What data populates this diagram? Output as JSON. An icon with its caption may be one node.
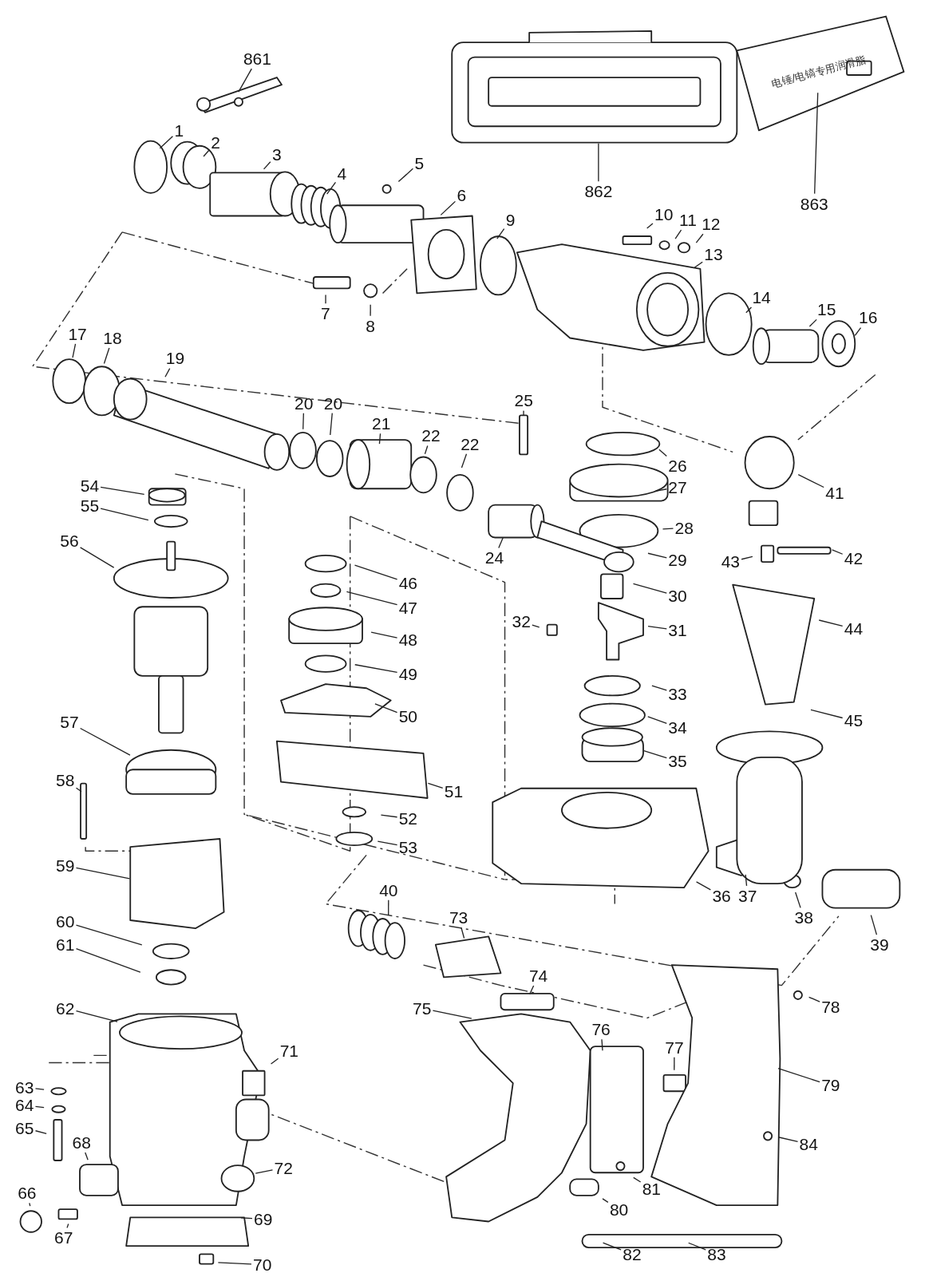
{
  "diagram": {
    "nodes": [
      {
        "text": [
          "861"
        ]
      },
      {
        "text": [
          "862"
        ]
      },
      {
        "text": [
          "863"
        ]
      },
      {
        "text": [
          "1"
        ]
      },
      {
        "text": [
          "2"
        ]
      },
      {
        "text": [
          "3"
        ]
      },
      {
        "text": [
          "4"
        ]
      },
      {
        "text": [
          "5"
        ]
      },
      {
        "text": [
          "6"
        ]
      },
      {
        "text": [
          "9"
        ]
      },
      {
        "text": [
          "10"
        ]
      },
      {
        "text": [
          "11"
        ]
      },
      {
        "text": [
          "12"
        ]
      },
      {
        "text": [
          "13"
        ]
      },
      {
        "text": [
          "7"
        ]
      },
      {
        "text": [
          "8"
        ]
      },
      {
        "text": [
          "14"
        ]
      },
      {
        "text": [
          "15"
        ]
      },
      {
        "text": [
          "16"
        ]
      },
      {
        "text": [
          "17"
        ]
      },
      {
        "text": [
          "18"
        ]
      },
      {
        "text": [
          "19"
        ]
      },
      {
        "text": [
          "20"
        ]
      },
      {
        "text": [
          "20"
        ]
      },
      {
        "text": [
          "21"
        ]
      },
      {
        "text": [
          "22"
        ]
      },
      {
        "text": [
          "22"
        ]
      },
      {
        "text": [
          "25"
        ]
      },
      {
        "text": [
          "26"
        ]
      },
      {
        "text": [
          "27"
        ]
      },
      {
        "text": [
          "28"
        ]
      },
      {
        "text": [
          "29"
        ]
      },
      {
        "text": [
          "30"
        ]
      },
      {
        "text": [
          "31"
        ]
      },
      {
        "text": [
          "32"
        ]
      },
      {
        "text": [
          "33"
        ]
      },
      {
        "text": [
          "34"
        ]
      },
      {
        "text": [
          "35"
        ]
      },
      {
        "text": [
          "24"
        ]
      },
      {
        "text": [
          "41"
        ]
      },
      {
        "text": [
          "42"
        ]
      },
      {
        "text": [
          "43"
        ]
      },
      {
        "text": [
          "44"
        ]
      },
      {
        "text": [
          "45"
        ]
      },
      {
        "text": [
          "46"
        ]
      },
      {
        "text": [
          "47"
        ]
      },
      {
        "text": [
          "48"
        ]
      },
      {
        "text": [
          "49"
        ]
      },
      {
        "text": [
          "50"
        ]
      },
      {
        "text": [
          "51"
        ]
      },
      {
        "text": [
          "52"
        ]
      },
      {
        "text": [
          "53"
        ]
      },
      {
        "text": [
          "54"
        ]
      },
      {
        "text": [
          "55"
        ]
      },
      {
        "text": [
          "56"
        ]
      },
      {
        "text": [
          "57"
        ]
      },
      {
        "text": [
          "58"
        ]
      },
      {
        "text": [
          "59"
        ]
      },
      {
        "text": [
          "60"
        ]
      },
      {
        "text": [
          "61"
        ]
      },
      {
        "text": [
          "62"
        ]
      },
      {
        "text": [
          "63"
        ]
      },
      {
        "text": [
          "64"
        ]
      },
      {
        "text": [
          "65"
        ]
      },
      {
        "text": [
          "66"
        ]
      },
      {
        "text": [
          "67"
        ]
      },
      {
        "text": [
          "68"
        ]
      },
      {
        "text": [
          "69"
        ]
      },
      {
        "text": [
          "70"
        ]
      },
      {
        "text": [
          "71"
        ]
      },
      {
        "text": [
          "72"
        ]
      },
      {
        "text": [
          "73"
        ]
      },
      {
        "text": [
          "74"
        ]
      },
      {
        "text": [
          "75"
        ]
      },
      {
        "text": [
          "76"
        ]
      },
      {
        "text": [
          "77"
        ]
      },
      {
        "text": [
          "78"
        ]
      },
      {
        "text": [
          "79"
        ]
      },
      {
        "text": [
          "80"
        ]
      },
      {
        "text": [
          "81"
        ]
      },
      {
        "text": [
          "82"
        ]
      },
      {
        "text": [
          "83"
        ]
      },
      {
        "text": [
          "84"
        ]
      },
      {
        "text": [
          "36"
        ]
      },
      {
        "text": [
          "37"
        ]
      },
      {
        "text": [
          "38"
        ]
      },
      {
        "text": [
          "39"
        ]
      },
      {
        "text": [
          "40"
        ]
      },
      {
        "text": [
          "电锤/电镐专用润滑脂"
        ]
      }
    ],
    "edges": [
      {
        "from": 0,
        "to": null,
        "arrow": "none"
      },
      {
        "from": 1,
        "to": null,
        "arrow": "none"
      },
      {
        "from": 2,
        "to": 88,
        "arrow": "none"
      },
      {
        "from": 3,
        "to": null,
        "arrow": "none"
      },
      {
        "from": 4,
        "to": null,
        "arrow": "none"
      },
      {
        "from": 5,
        "to": null,
        "arrow": "none"
      },
      {
        "from": 6,
        "to": null,
        "arrow": "none"
      },
      {
        "from": 7,
        "to": null,
        "arrow": "none"
      },
      {
        "from": 8,
        "to": null,
        "arrow": "none"
      },
      {
        "from": 9,
        "to": null,
        "arrow": "none"
      },
      {
        "from": 10,
        "to": null,
        "arrow": "none"
      },
      {
        "from": 11,
        "to": null,
        "arrow": "none"
      },
      {
        "from": 12,
        "to": null,
        "arrow": "none"
      },
      {
        "from": 13,
        "to": null,
        "arrow": "none"
      },
      {
        "from": 14,
        "to": null,
        "arrow": "none"
      },
      {
        "from": 15,
        "to": null,
        "arrow": "none"
      },
      {
        "from": 16,
        "to": null,
        "arrow": "none"
      },
      {
        "from": 17,
        "to": null,
        "arrow": "none"
      },
      {
        "from": 18,
        "to": null,
        "arrow": "none"
      },
      {
        "from": 19,
        "to": null,
        "arrow": "none"
      },
      {
        "from": 20,
        "to": null,
        "arrow": "none"
      },
      {
        "from": 21,
        "to": null,
        "arrow": "none"
      },
      {
        "from": 22,
        "to": null,
        "arrow": "none"
      },
      {
        "from": 23,
        "to": null,
        "arrow": "none"
      },
      {
        "from": 24,
        "to": null,
        "arrow": "none"
      },
      {
        "from": 25,
        "to": null,
        "arrow": "none"
      },
      {
        "from": 26,
        "to": null,
        "arrow": "none"
      },
      {
        "from": 27,
        "to": null,
        "arrow": "none"
      },
      {
        "from": 28,
        "to": null,
        "arrow": "none"
      },
      {
        "from": 29,
        "to": null,
        "arrow": "none"
      },
      {
        "from": 30,
        "to": null,
        "arrow": "none"
      },
      {
        "from": 31,
        "to": null,
        "arrow": "none"
      },
      {
        "from": 32,
        "to": null,
        "arrow": "none"
      },
      {
        "from": 33,
        "to": null,
        "arrow": "none"
      },
      {
        "from": 34,
        "to": null,
        "arrow": "none"
      },
      {
        "from": 35,
        "to": null,
        "arrow": "none"
      },
      {
        "from": 36,
        "to": null,
        "arrow": "none"
      },
      {
        "from": 37,
        "to": null,
        "arrow": "none"
      },
      {
        "from": 38,
        "to": null,
        "arrow": "none"
      },
      {
        "from": 39,
        "to": null,
        "arrow": "none"
      },
      {
        "from": 40,
        "to": null,
        "arrow": "none"
      },
      {
        "from": 41,
        "to": null,
        "arrow": "none"
      },
      {
        "from": 42,
        "to": null,
        "arrow": "none"
      },
      {
        "from": 43,
        "to": null,
        "arrow": "none"
      },
      {
        "from": 44,
        "to": null,
        "arrow": "none"
      },
      {
        "from": 45,
        "to": null,
        "arrow": "none"
      },
      {
        "from": 46,
        "to": null,
        "arrow": "none"
      },
      {
        "from": 47,
        "to": null,
        "arrow": "none"
      },
      {
        "from": 48,
        "to": null,
        "arrow": "none"
      },
      {
        "from": 49,
        "to": null,
        "arrow": "none"
      },
      {
        "from": 50,
        "to": null,
        "arrow": "none"
      },
      {
        "from": 51,
        "to": null,
        "arrow": "none"
      },
      {
        "from": 52,
        "to": null,
        "arrow": "none"
      },
      {
        "from": 53,
        "to": null,
        "arrow": "none"
      },
      {
        "from": 54,
        "to": null,
        "arrow": "none"
      },
      {
        "from": 55,
        "to": null,
        "arrow": "none"
      },
      {
        "from": 56,
        "to": null,
        "arrow": "none"
      },
      {
        "from": 57,
        "to": null,
        "arrow": "none"
      },
      {
        "from": 58,
        "to": null,
        "arrow": "none"
      },
      {
        "from": 59,
        "to": null,
        "arrow": "none"
      },
      {
        "from": 60,
        "to": null,
        "arrow": "none"
      },
      {
        "from": 61,
        "to": null,
        "arrow": "none"
      },
      {
        "from": 62,
        "to": null,
        "arrow": "none"
      },
      {
        "from": 63,
        "to": null,
        "arrow": "none"
      },
      {
        "from": 64,
        "to": null,
        "arrow": "none"
      },
      {
        "from": 65,
        "to": null,
        "arrow": "none"
      },
      {
        "from": 66,
        "to": null,
        "arrow": "none"
      },
      {
        "from": 67,
        "to": null,
        "arrow": "none"
      },
      {
        "from": 68,
        "to": null,
        "arrow": "none"
      },
      {
        "from": 69,
        "to": null,
        "arrow": "none"
      },
      {
        "from": 70,
        "to": null,
        "arrow": "none"
      },
      {
        "from": 71,
        "to": null,
        "arrow": "none"
      },
      {
        "from": 72,
        "to": null,
        "arrow": "none"
      },
      {
        "from": 73,
        "to": null,
        "arrow": "none"
      },
      {
        "from": 74,
        "to": null,
        "arrow": "none"
      },
      {
        "from": 75,
        "to": null,
        "arrow": "none"
      },
      {
        "from": 76,
        "to": null,
        "arrow": "none"
      },
      {
        "from": 77,
        "to": null,
        "arrow": "none"
      },
      {
        "from": 78,
        "to": null,
        "arrow": "none"
      },
      {
        "from": 79,
        "to": null,
        "arrow": "none"
      },
      {
        "from": 80,
        "to": null,
        "arrow": "none"
      },
      {
        "from": 81,
        "to": null,
        "arrow": "none"
      },
      {
        "from": 82,
        "to": null,
        "arrow": "none"
      },
      {
        "from": 83,
        "to": null,
        "arrow": "none"
      },
      {
        "from": 84,
        "to": null,
        "arrow": "none"
      },
      {
        "from": 85,
        "to": null,
        "arrow": "none"
      },
      {
        "from": 86,
        "to": null,
        "arrow": "none"
      },
      {
        "from": 87,
        "to": null,
        "arrow": "none"
      }
    ]
  }
}
